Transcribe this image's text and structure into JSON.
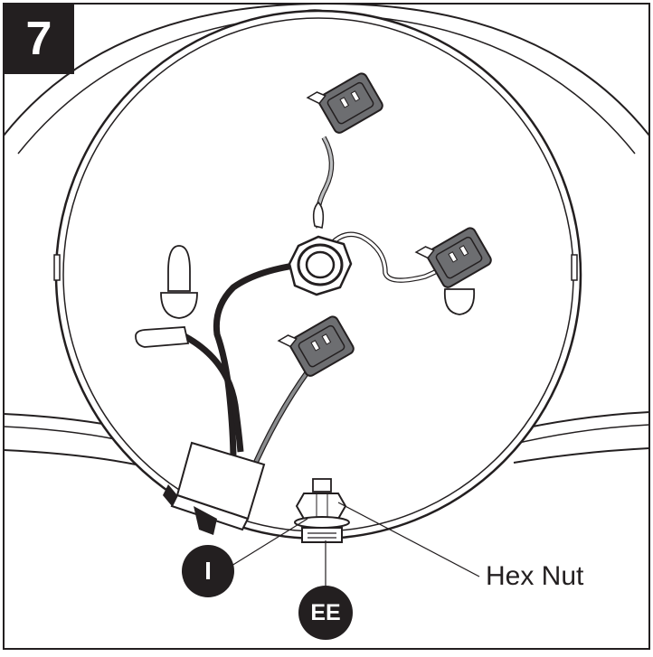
{
  "figure": {
    "step_number": "7",
    "callouts": [
      {
        "label": "I"
      },
      {
        "label": "EE"
      }
    ],
    "labels": {
      "hex_nut": "Hex Nut"
    }
  },
  "colors": {
    "ink": "#231f20",
    "connector_gray": "#6d6e71",
    "white": "#ffffff",
    "ground_wire": "#bcbec0"
  }
}
